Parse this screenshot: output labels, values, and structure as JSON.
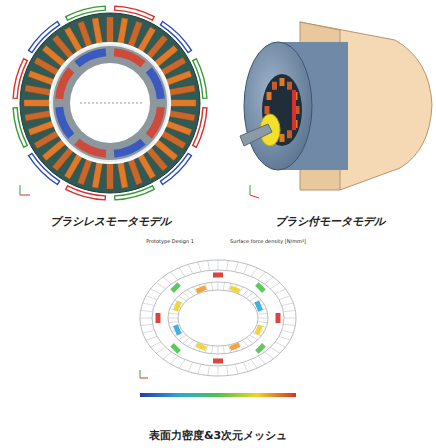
{
  "diagram": {
    "labels": [
      "ブラシレスモータモデル",
      "ブラシ付モータモデル",
      "Prototype Design 1",
      "Surface force density [N/mm²]",
      "表面力密度&3次元メッシュ"
    ]
  }
}
